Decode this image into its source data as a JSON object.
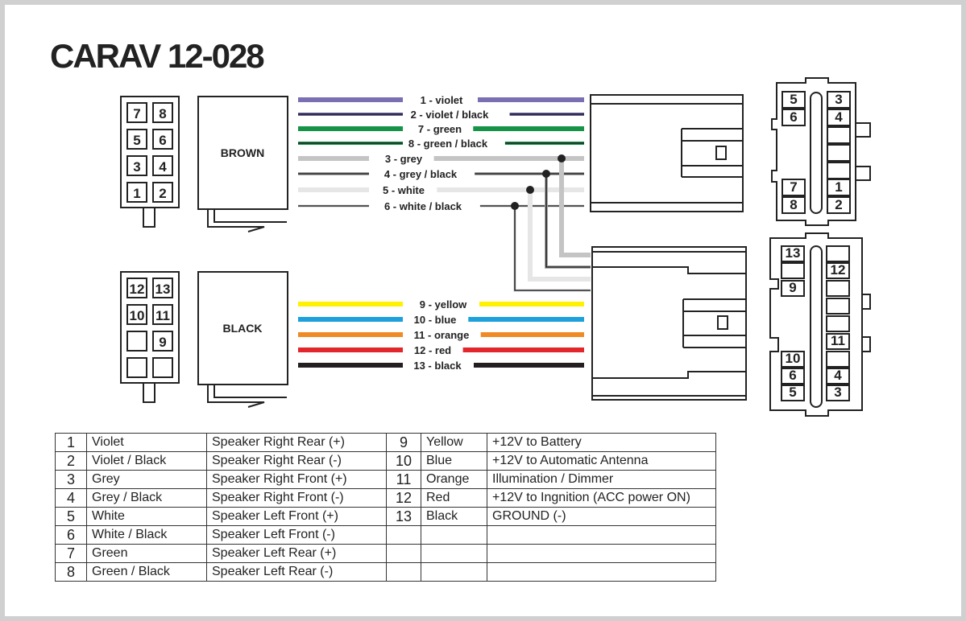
{
  "title": "CARAV 12-028",
  "connectors": {
    "brown": "BROWN",
    "black": "BLACK",
    "brown_pins": [
      "7",
      "8",
      "5",
      "6",
      "3",
      "4",
      "1",
      "2"
    ],
    "black_pins": [
      "12",
      "13",
      "10",
      "11",
      "",
      "9",
      "",
      ""
    ],
    "right_top_pins": {
      "left": [
        "5",
        "6",
        "7",
        "8"
      ],
      "right": [
        "3",
        "4",
        "",
        "",
        "",
        "1",
        "2"
      ]
    },
    "right_bottom_pins": {
      "left": [
        "13",
        "",
        "9",
        "10",
        "6",
        "5"
      ],
      "right": [
        "",
        "12",
        "",
        "",
        "",
        "11",
        "",
        "4",
        "3"
      ]
    }
  },
  "wires": [
    {
      "label": "1 - violet",
      "color": "#7b6fb3",
      "stripe": null
    },
    {
      "label": "2 - violet / black",
      "color": "#6a5fa3",
      "stripe": "#222"
    },
    {
      "label": "7 - green",
      "color": "#159447",
      "stripe": null
    },
    {
      "label": "8 - green / black",
      "color": "#159447",
      "stripe": "#222"
    },
    {
      "label": "3 - grey",
      "color": "#c4c4c4",
      "stripe": null
    },
    {
      "label": "4 - grey / black",
      "color": "#aaaaaa",
      "stripe": "#222"
    },
    {
      "label": "5 - white",
      "color": "#e6e6e6",
      "stripe": null
    },
    {
      "label": "6 - white / black",
      "color": "#e6e6e6",
      "stripe": "#222"
    },
    {
      "label": "9 - yellow",
      "color": "#fff200",
      "stripe": null
    },
    {
      "label": "10 - blue",
      "color": "#1ea0dc",
      "stripe": null
    },
    {
      "label": "11 - orange",
      "color": "#f08a24",
      "stripe": null
    },
    {
      "label": "12 - red",
      "color": "#e3262b",
      "stripe": null
    },
    {
      "label": "13 - black",
      "color": "#231f20",
      "stripe": null
    }
  ],
  "table": {
    "left": [
      [
        "1",
        "Violet",
        "Speaker Right Rear (+)"
      ],
      [
        "2",
        "Violet / Black",
        "Speaker Right Rear (-)"
      ],
      [
        "3",
        "Grey",
        "Speaker Right Front (+)"
      ],
      [
        "4",
        "Grey / Black",
        "Speaker Right Front (-)"
      ],
      [
        "5",
        "White",
        "Speaker Left Front (+)"
      ],
      [
        "6",
        "White / Black",
        "Speaker Left Front (-)"
      ],
      [
        "7",
        "Green",
        "Speaker Left Rear (+)"
      ],
      [
        "8",
        "Green / Black",
        "Speaker Left Rear (-)"
      ]
    ],
    "right": [
      [
        "9",
        "Yellow",
        "+12V to Battery"
      ],
      [
        "10",
        "Blue",
        "+12V to Automatic Antenna"
      ],
      [
        "11",
        "Orange",
        "Illumination / Dimmer"
      ],
      [
        "12",
        "Red",
        "+12V to Ingnition (ACC power ON)"
      ],
      [
        "13",
        "Black",
        "GROUND (-)"
      ],
      [
        "",
        "",
        ""
      ],
      [
        "",
        "",
        ""
      ],
      [
        "",
        "",
        ""
      ]
    ]
  }
}
